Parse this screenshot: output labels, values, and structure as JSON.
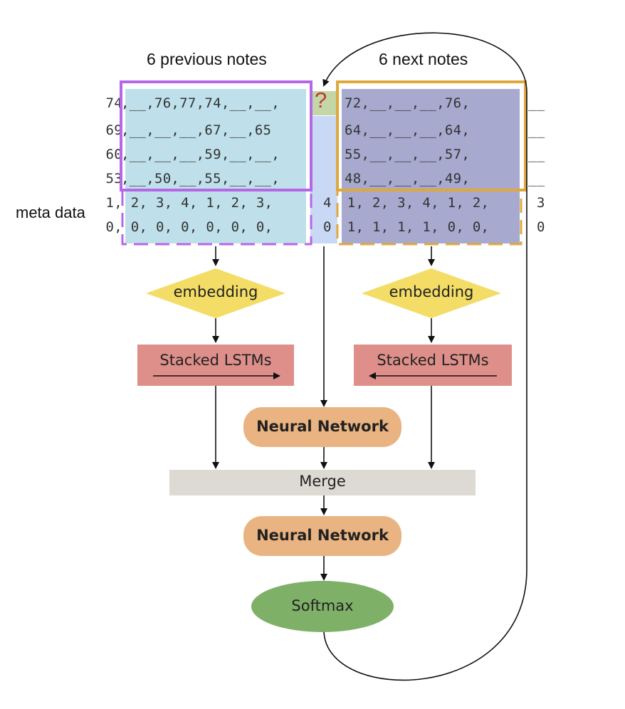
{
  "headings": {
    "previous": "6 previous notes",
    "next": "6 next notes",
    "meta": "meta data"
  },
  "missing_marker": "?",
  "note_rows": [
    {
      "pitch": "74",
      "prev": ",__,76,77,74,__,__,",
      "next": "72,__,__,__,76,",
      "tail": "__"
    },
    {
      "pitch": "69",
      "prev": ",__,__,__,67,__,65",
      "next": "64,__,__,__,64,",
      "tail": "__"
    },
    {
      "pitch": "60",
      "prev": ",__,__,__,59,__,__,",
      "next": "55,__,__,__,57,",
      "tail": "__"
    },
    {
      "pitch": "53",
      "prev": ",__,50,__,55,__,__,",
      "next": "48,__,__,__,49,",
      "tail": "__"
    }
  ],
  "meta_rows": [
    {
      "first": "1,",
      "prev": " 2, 3, 4, 1, 2, 3,",
      "mid": "4",
      "next": " 1, 2, 3, 4, 1, 2,",
      "tail": "3"
    },
    {
      "first": "0,",
      "prev": " 0, 0, 0, 0, 0, 0,",
      "mid": "0",
      "next": " 1, 1, 1, 1, 0, 0,",
      "tail": "0"
    }
  ],
  "nodes": {
    "embedding_left": "embedding",
    "embedding_right": "embedding",
    "lstm_left": "Stacked LSTMs",
    "lstm_right": "Stacked LSTMs",
    "nn_top": "Neural Network",
    "merge": "Merge",
    "nn_bottom": "Neural Network",
    "softmax": "Softmax"
  },
  "colors": {
    "prev_fill": "#bfe0ea",
    "next_fill": "#a7a9cf",
    "middle_fill": "#c9d8f4",
    "question_fill": "#c3d6a8",
    "question_text": "#c0392b",
    "prev_border": "#b567e8",
    "next_border": "#e0a83b",
    "embedding": "#f3dd66",
    "lstm": "#de8f8a",
    "neural_network": "#e9b382",
    "merge": "#dcdad3",
    "softmax": "#7fb068"
  }
}
